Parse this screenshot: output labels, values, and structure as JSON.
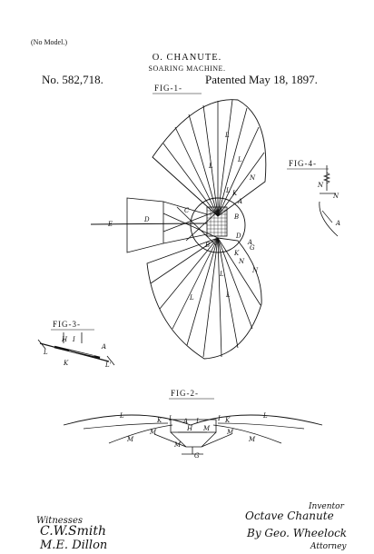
{
  "header": {
    "no_model": "(No Model.)",
    "inventor": "O. CHANUTE.",
    "title": "SOARING MACHINE.",
    "patent_number": "No. 582,718.",
    "patent_date": "Patented May 18, 1897."
  },
  "figures": {
    "fig1": "FIG-1-",
    "fig2": "FIG-2-",
    "fig3": "FIG-3-",
    "fig4": "FIG-4-"
  },
  "reference_letters": {
    "L": "L",
    "N": "N",
    "K": "K",
    "A": "A",
    "B": "B",
    "C": "C",
    "D": "D",
    "E": "E",
    "F": "F",
    "G": "G",
    "H": "H",
    "I": "I",
    "M": "M",
    "L_prime": "L'"
  },
  "signatures": {
    "witnesses_label": "Witnesses",
    "witness_1": "C.W.Smith",
    "witness_2": "M.E. Dillon",
    "inventor_label": "Inventor",
    "inventor_signature": "Octave Chanute",
    "by_attorney": "By Geo. Wheelock",
    "attorney_label": "Attorney"
  }
}
